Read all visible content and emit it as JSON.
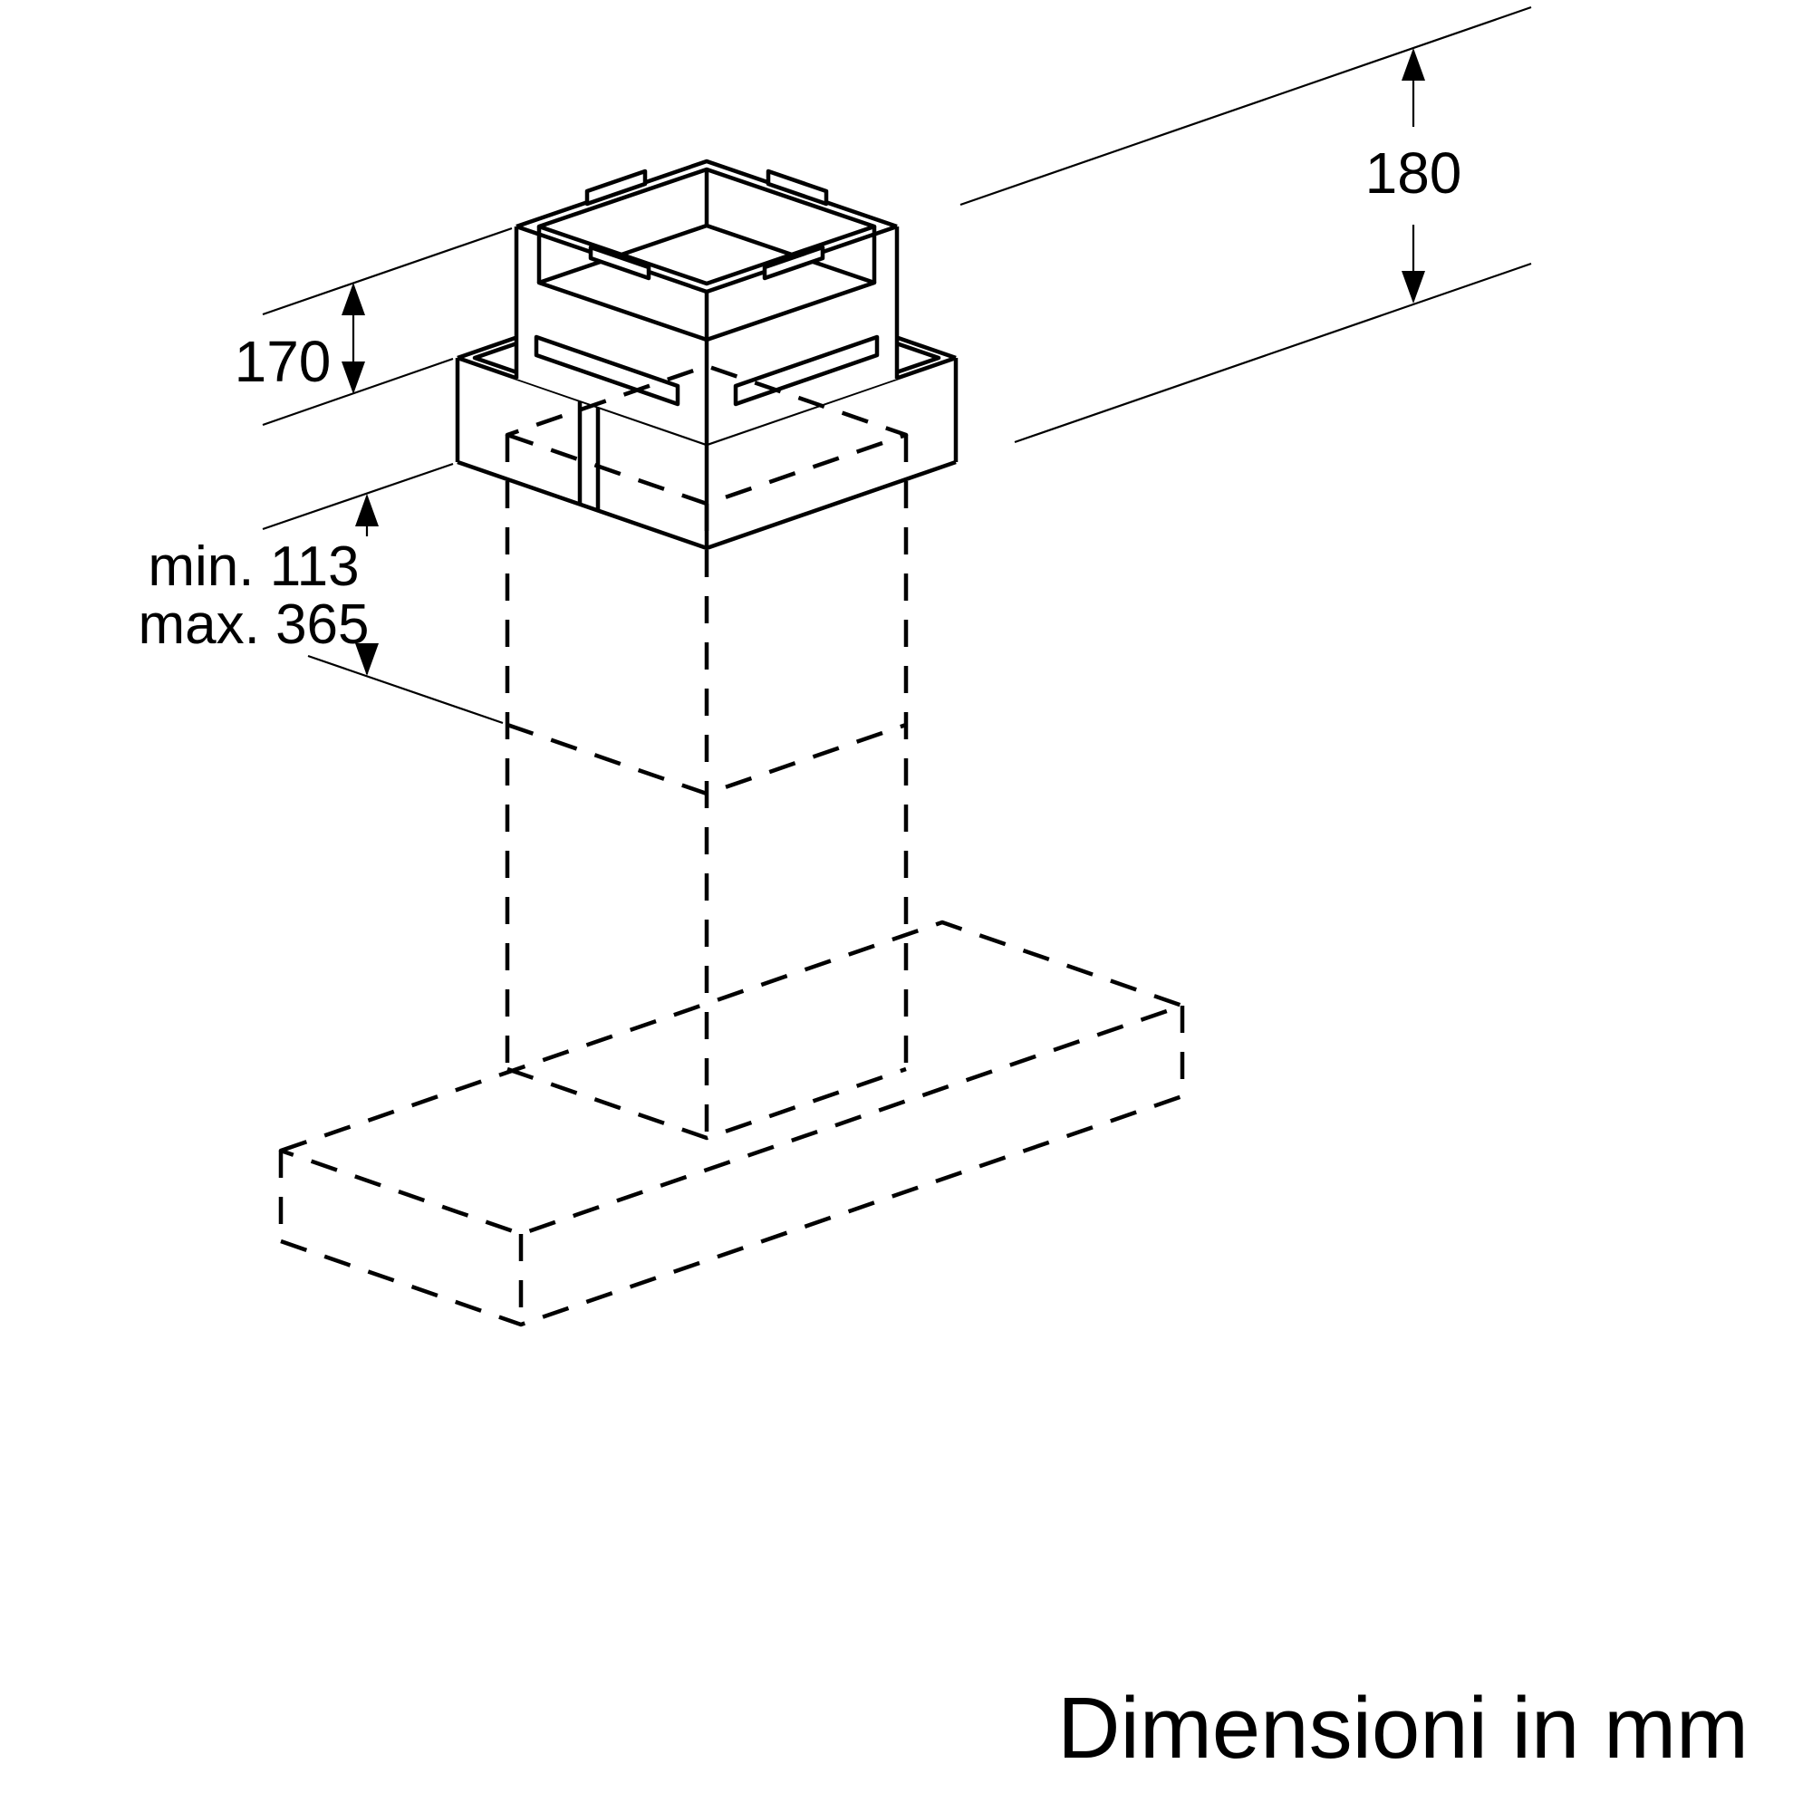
{
  "diagram": {
    "units_label": "Dimensioni in mm",
    "dimensions": {
      "top_section_height": "180",
      "exposed_section_height": "170",
      "adjustable_min": "min. 113",
      "adjustable_max": "max. 365"
    },
    "colors": {
      "line": "#000000",
      "background": "#ffffff"
    }
  }
}
